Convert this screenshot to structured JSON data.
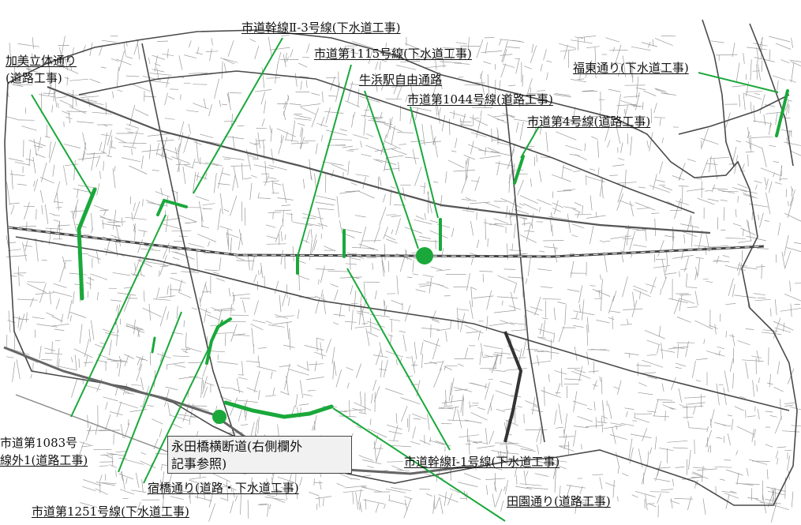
{
  "map": {
    "accent_color": "#1aa83a",
    "street_color": "#9a9a9a",
    "rail_color": "#555555"
  },
  "labels": {
    "shinto_kansen_2_3": "市道幹線Ⅱ-3号線(下水道工事)",
    "shinto_1115": "市道第1115号線(下水道工事)",
    "kami_rittai_1": "加美立体通り",
    "kami_rittai_2": "(道路工事)",
    "gyuhin_station": "牛浜駅自由通路",
    "shinto_1044": "市道第1044号線(道路工事)",
    "fukuto": "福東通り(下水道工事)",
    "shinto_4": "市道第4号線(道路工事)",
    "shinto_1083_1": "市道第1083号",
    "shinto_1083_2": "線外1(道路工事)",
    "shinto_kansen_1_1": "市道幹線Ⅰ-1号線(下水道工事)",
    "shukubashi": "宿橋通り(道路・下水道工事)",
    "denen": "田園通り(道路工事)",
    "shinto_1251": "市道第1251号線(下水道工事)"
  },
  "callout": {
    "line1": "永田橋横断道(右側欄外",
    "line2": "記事参照)"
  }
}
